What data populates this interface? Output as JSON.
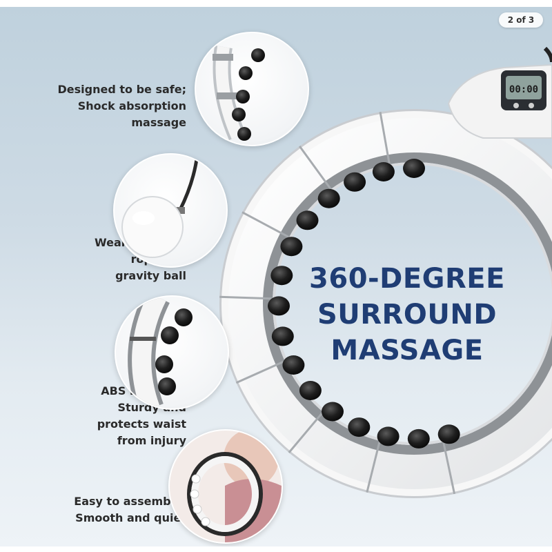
{
  "page": {
    "counter": "2 of 3"
  },
  "features": [
    {
      "lines": [
        "Designed to be safe;",
        "Shock absorption",
        "massage"
      ],
      "icon": "hoop-segment-icon"
    },
    {
      "lines": [
        "Wear resistant",
        "rope and",
        "gravity ball"
      ],
      "icon": "gravity-ball-icon"
    },
    {
      "lines": [
        "ABS material;",
        "Sturdy and",
        "protects waist",
        "from injury"
      ],
      "icon": "abs-segment-icon"
    },
    {
      "lines": [
        "Easy to assemble,",
        "Smooth and quiet"
      ],
      "icon": "model-wearing-hoop-icon"
    }
  ],
  "headline": {
    "line1": "360-DEGREE",
    "line2": "SURROUND",
    "line3": "MASSAGE"
  },
  "counter_display": {
    "digits": "00:00"
  },
  "colors": {
    "headline": "#1f3d74",
    "label": "#2a2a2a",
    "background_top": "#bfd1dd",
    "background_bottom": "#eef3f7",
    "hoop_white": "#f4f4f4",
    "hoop_grey": "#8e9296",
    "massage_node": "#1e1e1e"
  }
}
